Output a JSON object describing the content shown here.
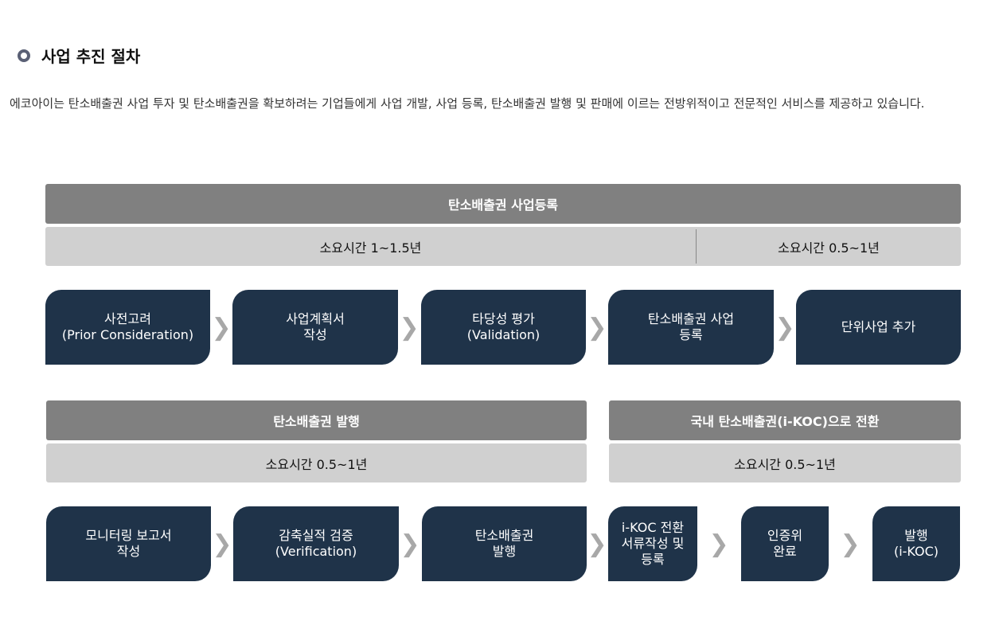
{
  "title": "사업 추진 절차",
  "description": "에코아이는 탄소배출권 사업 투자 및 탄소배출권을 확보하려는 기업들에게 사업 개발, 사업 등록, 탄소배출권 발행 및 판매에 이르는 전방위적이고 전문적인 서비스를 제공하고 있습니다.",
  "section1": {
    "header": "탄소배출권 사업등록",
    "duration_left": "소요시간 1~1.5년",
    "duration_right": "소요시간 0.5~1년",
    "steps": [
      "사전고려\n(Prior Consideration)",
      "사업계획서\n작성",
      "타당성 평가\n(Validation)",
      "탄소배출권 사업\n등록",
      "단위사업 추가"
    ]
  },
  "section2": {
    "header_left": "탄소배출권 발행",
    "header_right": "국내 탄소배출권(i-KOC)으로  전환",
    "duration_left": "소요시간 0.5~1년",
    "duration_right": "소요시간 0.5~1년",
    "steps": [
      "모니터링  보고서\n작성",
      "감축실적 검증\n(Verification)",
      "탄소배출권\n발행",
      "i-KOC 전환\n서류작성  및\n등록",
      "인증위\n완료",
      "발행\n(i-KOC)"
    ]
  },
  "arrow_glyph": "❯"
}
